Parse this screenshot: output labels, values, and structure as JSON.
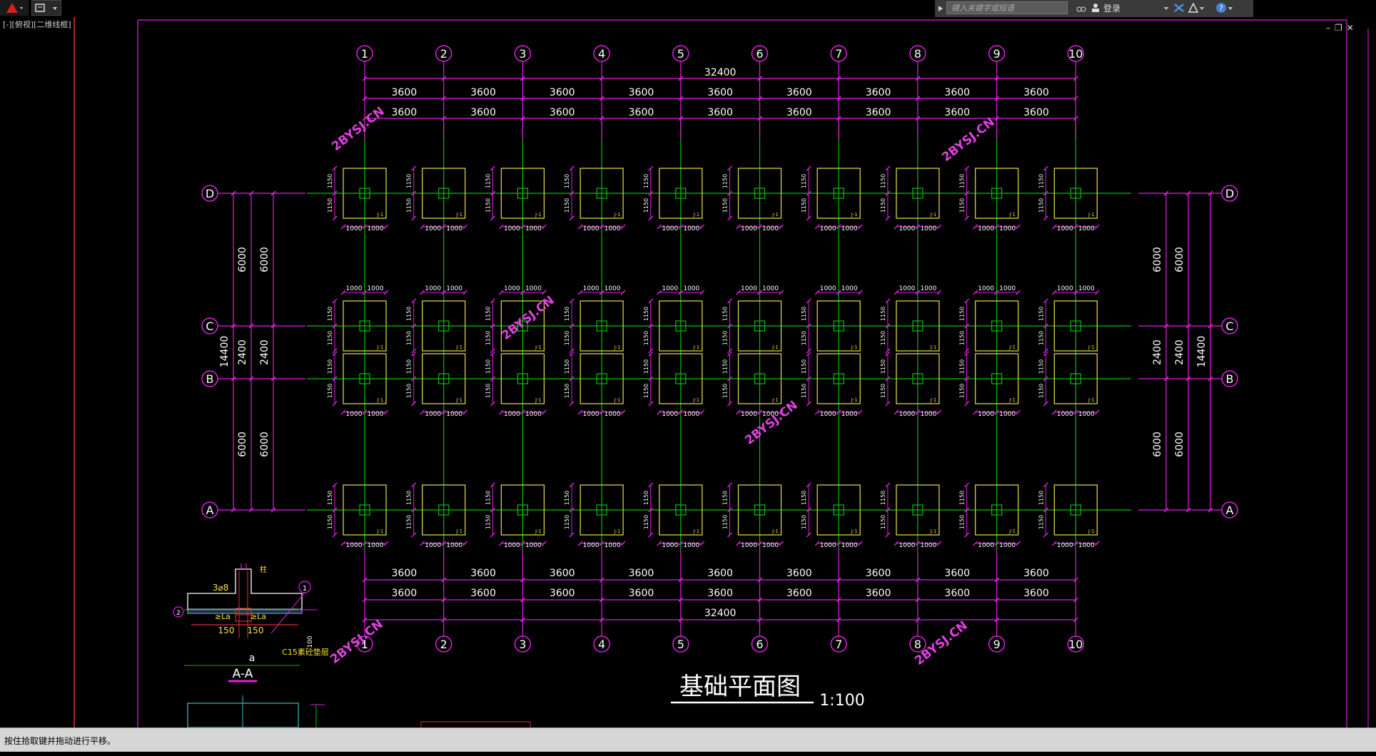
{
  "app": {
    "search_placeholder": "键入关键字或短语",
    "login_label": "登录",
    "viewport_label": "[-][俯视][二维线框]",
    "command_prompt": "按住拾取键并拖动进行平移。"
  },
  "drawing": {
    "title": "基础平面图",
    "scale": "1:100",
    "column_labels": [
      "1",
      "2",
      "3",
      "4",
      "5",
      "6",
      "7",
      "8",
      "9",
      "10"
    ],
    "row_labels": [
      "D",
      "C",
      "B",
      "A"
    ],
    "overall_length": "32400",
    "bay_spacing": "3600",
    "overall_width": "14400",
    "side_span_large": "6000",
    "side_span_small": "2400",
    "footing_half_width": "1000",
    "footing_half_depth": "1150",
    "footing_tag": "J-1",
    "watermark": "2BYSJ.CN",
    "detail": {
      "section_label": "A-A",
      "bottom_label": "a",
      "rebar_label": "3⌀8",
      "concrete_label": "C15素砼垫层",
      "dim_150": "150",
      "la_label": "≥La",
      "col_label": "柱",
      "callout_1": "1",
      "callout_2": "2",
      "h_100": "100"
    }
  },
  "colors": {
    "magenta": "#e020e0",
    "axis_green": "#00c000",
    "footing_yellow": "#d8d040",
    "red_border": "#e03030"
  }
}
